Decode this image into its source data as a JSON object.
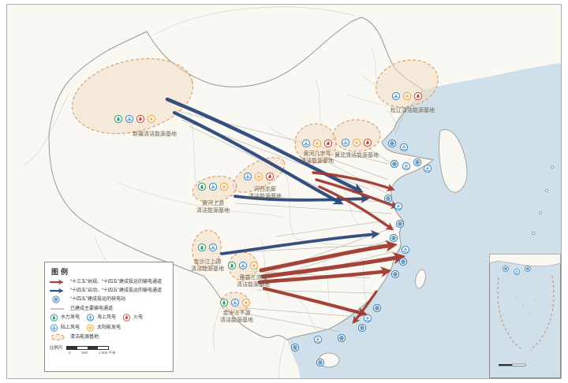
{
  "colors": {
    "sea": "#cfe0eb",
    "land": "#f9f8f3",
    "base_fill": "#f3ddc4",
    "base_stroke": "#dd9a62",
    "arrow_red": "#a03a30",
    "arrow_blue": "#2b4879",
    "line_existing": "#b4b2aa",
    "boundary": "#9a978c",
    "province": "#d5d3ca",
    "label": "#6f5f4b",
    "c_nuclear": "#3f7fb5",
    "c_hydro": "#2f9d77",
    "c_wind": "#3e88c4",
    "c_solar": "#e8a23b",
    "c_thermal": "#c64b3c"
  },
  "bases": [
    {
      "name_lines": [
        "新疆清洁能源基地"
      ],
      "icons": [
        "hydro",
        "onshore-wind",
        "thermal",
        "solar"
      ]
    },
    {
      "name_lines": [
        "松辽清洁能源基地"
      ],
      "icons": [
        "onshore-wind",
        "solar",
        "thermal"
      ]
    },
    {
      "name_lines": [
        "冀北清洁能源基地"
      ],
      "icons": [
        "onshore-wind",
        "solar",
        "thermal"
      ]
    },
    {
      "name_lines": [
        "黄河几字弯",
        "清洁能源基地"
      ],
      "icons": [
        "onshore-wind",
        "solar",
        "thermal"
      ]
    },
    {
      "name_lines": [
        "河西走廊",
        "清洁能源基地"
      ],
      "icons": [
        "onshore-wind",
        "solar",
        "thermal"
      ]
    },
    {
      "name_lines": [
        "黄河上游",
        "清洁能源基地"
      ],
      "icons": [
        "hydro",
        "onshore-wind",
        "solar"
      ]
    },
    {
      "name_lines": [
        "金沙江上游",
        "清洁能源基地"
      ],
      "icons": [
        "hydro",
        "onshore-wind"
      ]
    },
    {
      "name_lines": [
        "雅砻江流域",
        "清洁能源基地"
      ],
      "icons": [
        "hydro",
        "onshore-wind",
        "solar"
      ]
    },
    {
      "name_lines": [
        "金沙江下游",
        "清洁能源基地"
      ],
      "icons": [
        "hydro",
        "onshore-wind",
        "solar"
      ]
    }
  ],
  "legend": {
    "title": "图例",
    "items": [
      {
        "label": "“十三五”纳规、“十四五”建成投运的输电通道"
      },
      {
        "label": "“十四五”启动、“十四五”建成投运的输电通道"
      },
      {
        "label": "“十四五”建成投运的核电站"
      },
      {
        "label": "已建成主要输电通道"
      }
    ],
    "energy_types": [
      {
        "label": "水力发电"
      },
      {
        "label": "海上风电"
      },
      {
        "label": "火电"
      },
      {
        "label": "陆上风电"
      },
      {
        "label": "太阳能发电"
      }
    ],
    "base_area_label": "清洁能源基地",
    "scale_title": "比例尺",
    "scale_ticks": [
      "0",
      "500",
      "1 000 千米"
    ]
  }
}
